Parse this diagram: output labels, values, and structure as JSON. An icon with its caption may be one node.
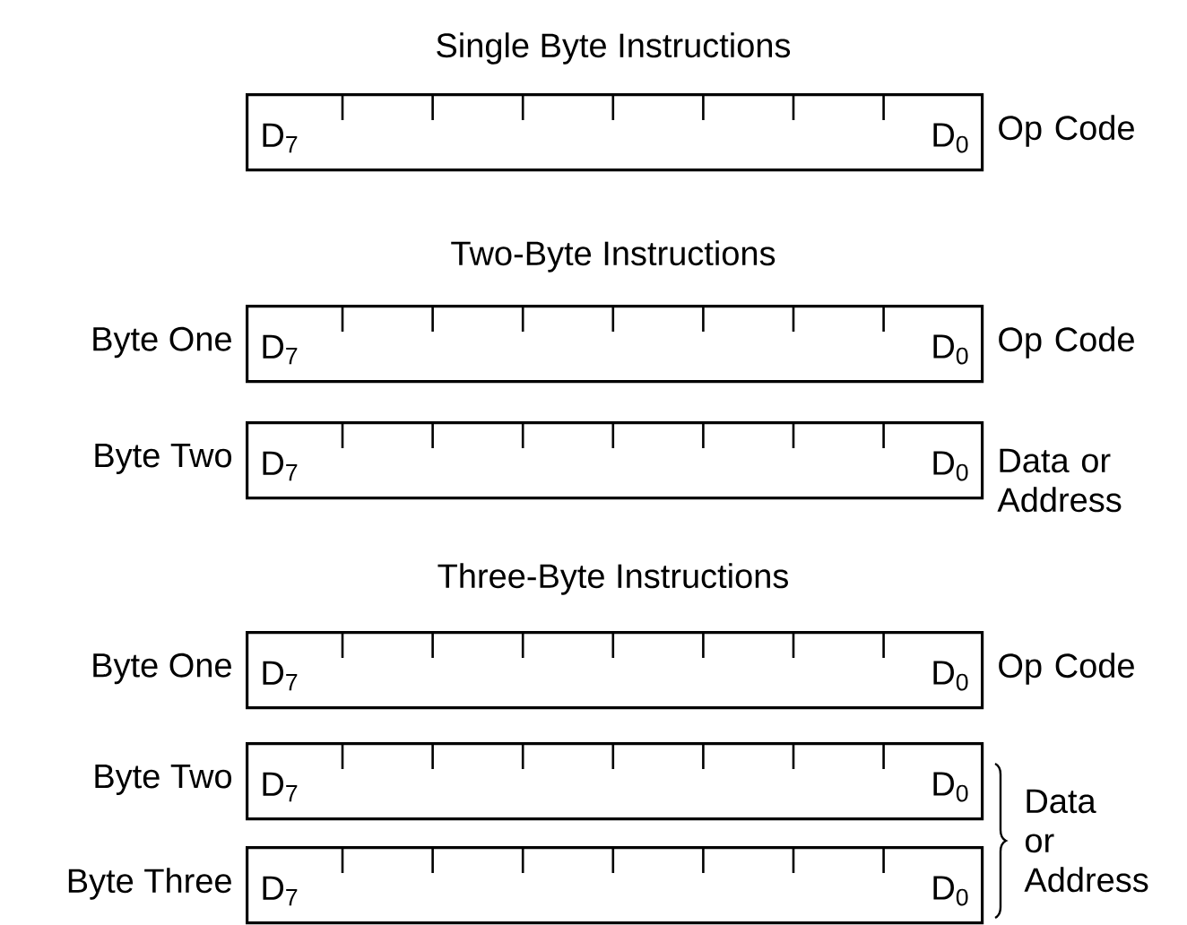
{
  "diagram": {
    "nodes": [
      {
        "text": [
          "D$_{7}$",
          "D$_{0}$"
        ],
        "beside": [
          "Op Code"
        ]
      },
      {
        "text": [
          "D$_{7}$",
          "D$_{0}$"
        ],
        "beside": [
          "Byte One",
          "Op Code"
        ]
      },
      {
        "text": [
          "D$_{7}$",
          "D$_{0}$"
        ],
        "beside": [
          "Byte Two",
          "Data or Address"
        ]
      },
      {
        "text": [
          "D$_{7}$",
          "D$_{0}$"
        ],
        "beside": [
          "Byte One",
          "Op Code"
        ]
      },
      {
        "text": [
          "D$_{7}$",
          "D$_{0}$"
        ],
        "beside": [
          "Byte Two"
        ]
      },
      {
        "text": [
          "D$_{7}$",
          "D$_{0}$"
        ],
        "beside": [
          "Byte Three"
        ]
      }
    ],
    "labels": [
      "Single Byte Instructions",
      "Two-Byte Instructions",
      "Three-Byte Instructions",
      "Data or Address"
    ]
  }
}
